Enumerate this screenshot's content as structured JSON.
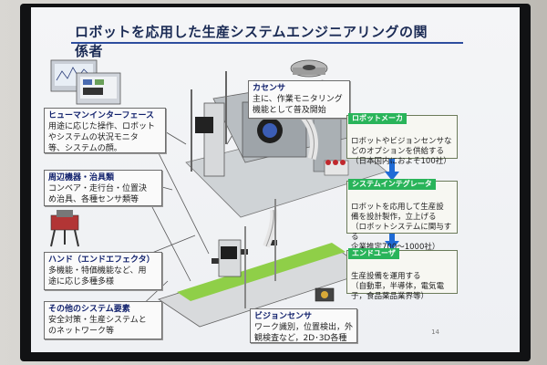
{
  "slide": {
    "title": "ロボットを応用した生産システムエンジニアリングの関係者",
    "page_number": "14"
  },
  "left_boxes": [
    {
      "heading": "ヒューマンインターフェース",
      "body": "用途に応じた操作、ロボット\nやシステムの状況モニタ\n等、システムの顔。"
    },
    {
      "heading": "周辺機器・治具類",
      "body": "コンベア・走行台・位置決\nめ治具、各種センサ類等"
    },
    {
      "heading": "ハンド（エンドエフェクタ）",
      "body": "多機能・特価機能など、用\n途に応じ多種多様"
    },
    {
      "heading": "その他のシステム要素",
      "body": "安全対策・生産システムと\nのネットワーク等"
    }
  ],
  "center_boxes": [
    {
      "heading": "カセンサ",
      "body": "主に、作業モニタリング\n機能として普及開始"
    },
    {
      "heading": "ビジョンセンサ",
      "body": "ワーク識別，位置検出，外\n観検査など，2D･3D各種"
    }
  ],
  "right_flow": [
    {
      "tag": "ロボットメーカ",
      "body": "ロボットやビジョンセンサな\nどのオプションを供給する\n（日本国内におよそ100社）"
    },
    {
      "tag": "システムインテグレータ",
      "body": "ロボットを応用して生産設\n備を設計製作，立上げる\n（ロボットシステムに関与する\n企業推定700〜1000社）"
    },
    {
      "tag": "エンドユーザ",
      "body": "生産設備を運用する\n（自動車，半導体，電気電\n子，食品薬品業界等）"
    }
  ],
  "colors": {
    "title": "#1b2b55",
    "tag_green": "#29b45a",
    "arrow_blue": "#1f6bd6"
  }
}
